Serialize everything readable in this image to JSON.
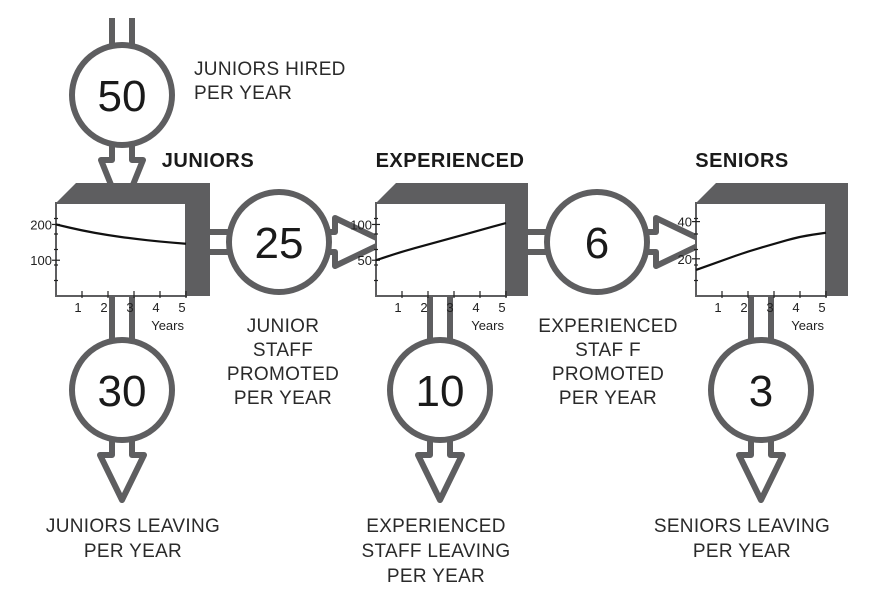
{
  "valves": {
    "hired": "50",
    "promoted_junior": "25",
    "promoted_experienced": "6",
    "juniors_leaving": "30",
    "experienced_leaving": "10",
    "seniors_leaving": "3"
  },
  "headings": {
    "juniors": "JUNIORS",
    "experienced": "EXPERIENCED",
    "seniors": "SENIORS"
  },
  "labels": {
    "hired": [
      "JUNIORS HIRED",
      "PER YEAR"
    ],
    "junior_promoted": [
      "JUNIOR",
      "STAFF",
      "PROMOTED",
      "PER  YEAR"
    ],
    "experienced_promoted": [
      "EXPERIENCED",
      "STAF F",
      "PROMOTED",
      "PER YEAR"
    ],
    "juniors_leaving": [
      "JUNIORS LEAVING",
      "PER YEAR"
    ],
    "experienced_leaving": [
      "EXPERIENCED",
      "STAFF LEAVING",
      "PER YEAR"
    ],
    "seniors_leaving": [
      "SENIORS LEAVING",
      "PER YEAR"
    ]
  },
  "chart_data": [
    {
      "type": "line",
      "name": "juniors",
      "x": [
        0,
        1,
        2,
        3,
        4,
        5
      ],
      "values": [
        200,
        183,
        170,
        160,
        152,
        146
      ],
      "x_ticks": [
        "1",
        "2",
        "3",
        "4",
        "5"
      ],
      "y_ticks": [
        "200",
        "100"
      ],
      "xlabel": "Years",
      "ylim": [
        0,
        260
      ]
    },
    {
      "type": "line",
      "name": "experienced",
      "x": [
        0,
        1,
        2,
        3,
        4,
        5
      ],
      "values": [
        50,
        62,
        72,
        82,
        92,
        102
      ],
      "x_ticks": [
        "1",
        "2",
        "3",
        "4",
        "5"
      ],
      "y_ticks": [
        "100",
        "50"
      ],
      "xlabel": "Years",
      "ylim": [
        0,
        130
      ]
    },
    {
      "type": "line",
      "name": "seniors",
      "x": [
        0,
        1,
        2,
        3,
        4,
        5
      ],
      "values": [
        14,
        19,
        24,
        28,
        32,
        34
      ],
      "x_ticks": [
        "1",
        "2",
        "3",
        "4",
        "5"
      ],
      "y_ticks": [
        "40",
        "20"
      ],
      "xlabel": "Years",
      "ylim": [
        0,
        50
      ]
    }
  ]
}
